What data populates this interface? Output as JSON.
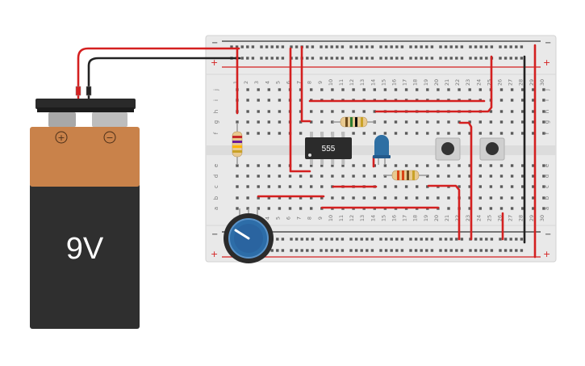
{
  "battery": {
    "label": "9V",
    "plus_symbol": "+",
    "minus_symbol": "−"
  },
  "breadboard": {
    "rail_plus": "+",
    "rail_minus": "−",
    "row_letters_top": [
      "j",
      "i",
      "h",
      "g",
      "f"
    ],
    "row_letters_bottom": [
      "e",
      "d",
      "c",
      "b",
      "a"
    ],
    "columns": 30
  },
  "ic": {
    "label": "555"
  },
  "colors": {
    "wire_red": "#d42020",
    "wire_black": "#222222",
    "board": "#e9e9e9",
    "rail_red": "#d42020",
    "battery_top": "#c9824a",
    "battery_bottom": "#2f2f2f",
    "led": "#2e6fa3",
    "pot": "#2d6da8"
  }
}
